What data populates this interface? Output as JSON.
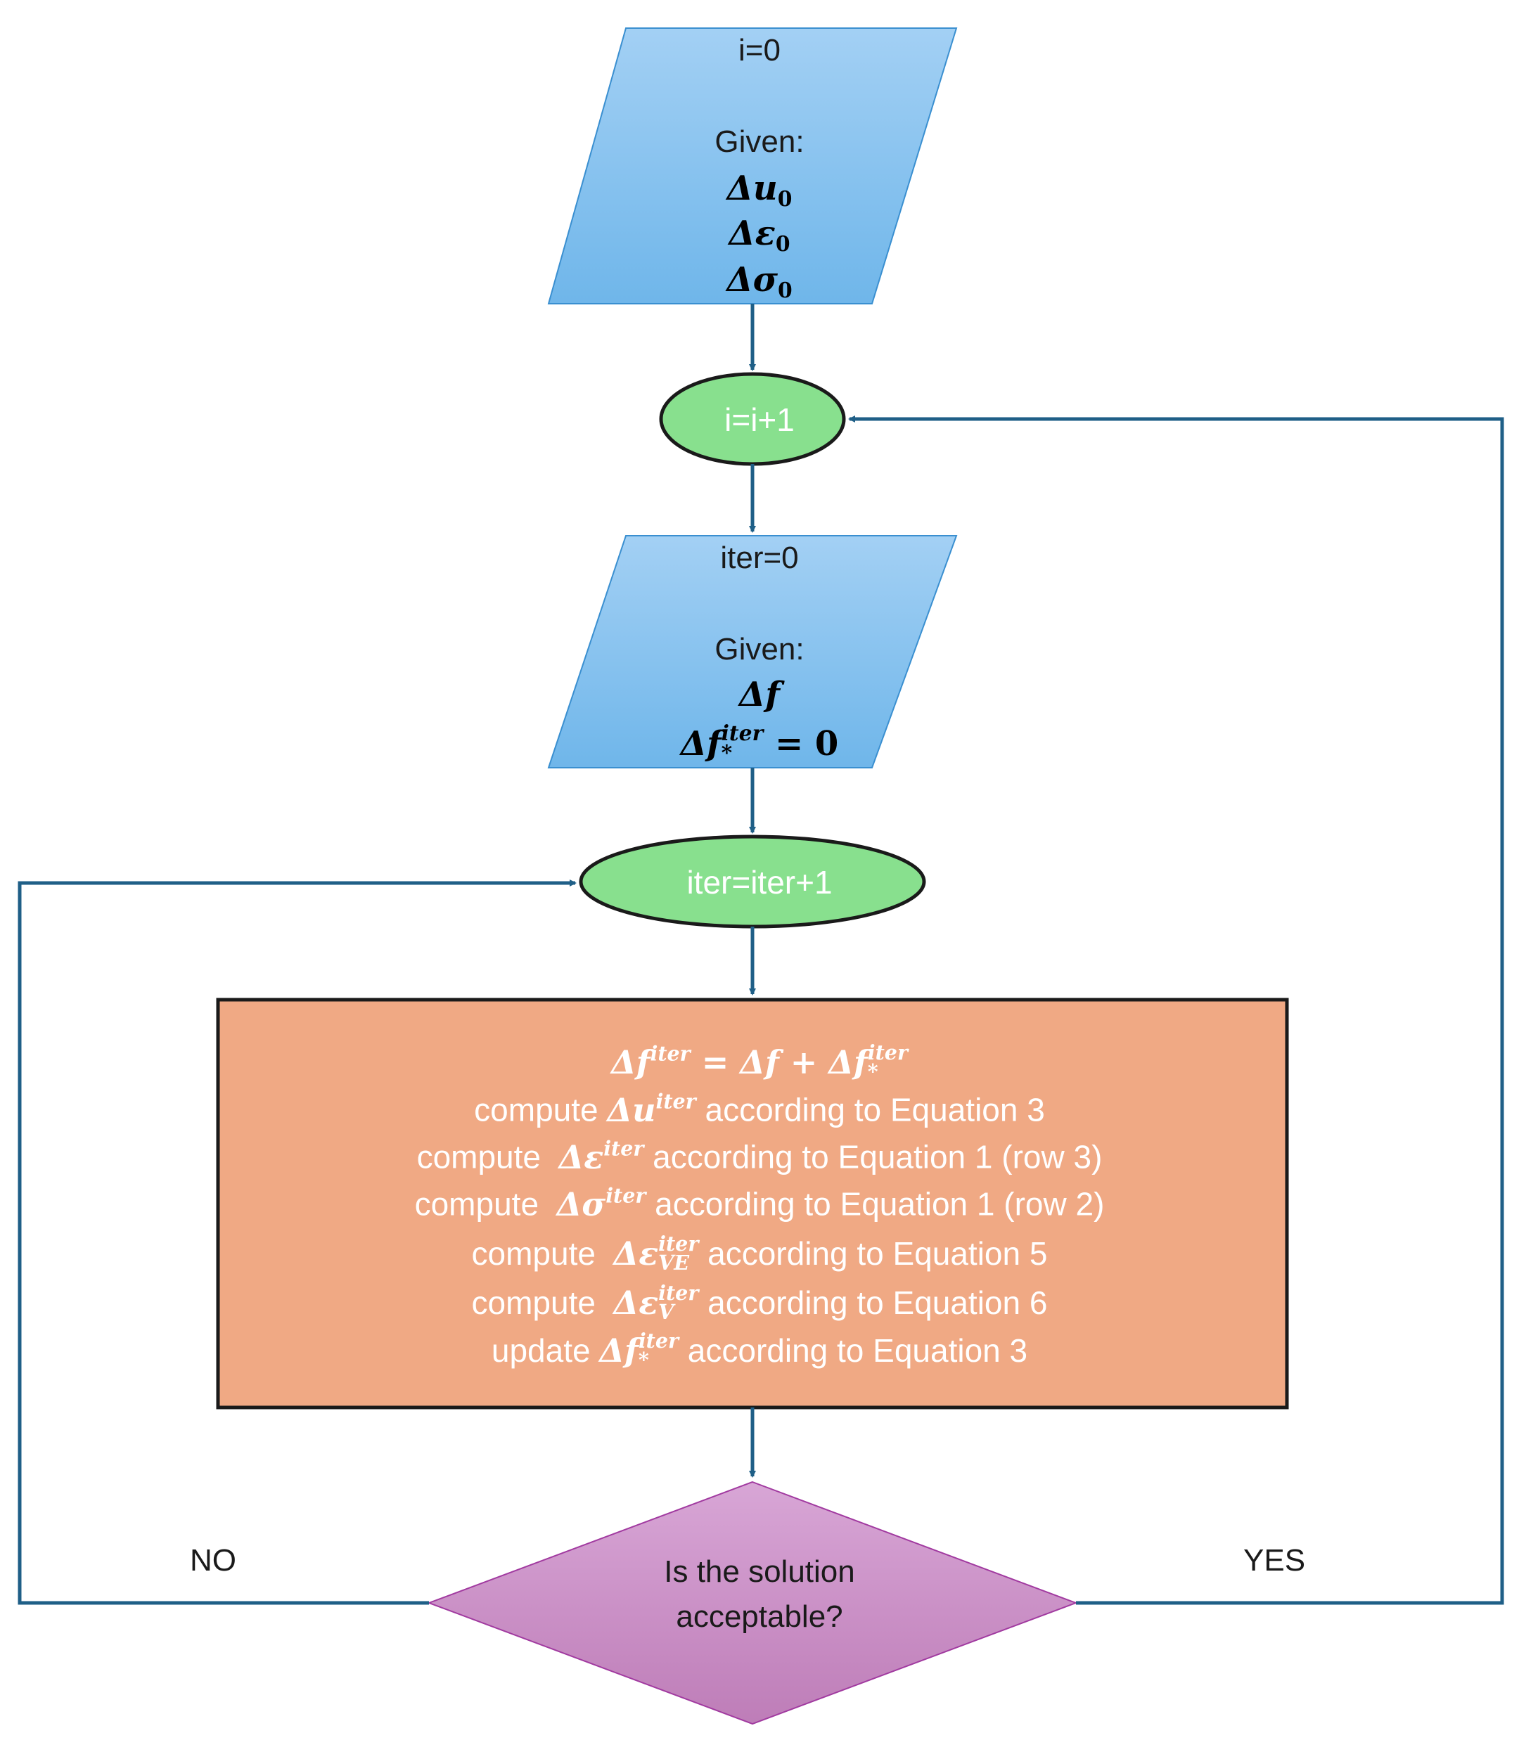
{
  "nodes": {
    "input1": {
      "top": "i=0",
      "given": "Given:",
      "vars": [
        "Δu",
        "Δε",
        "Δσ"
      ],
      "subscript": "0"
    },
    "loop_i": {
      "label": "i=i+1"
    },
    "input2": {
      "top": "iter=0",
      "given": "Given:",
      "f": "Δf",
      "fstar_lhs": "Δf",
      "fstar_sup": "iter",
      "fstar_sub": "*",
      "fstar_rhs": "= 0"
    },
    "loop_iter": {
      "label": "iter=iter+1"
    },
    "process": {
      "line1": {
        "lhs": "Δf",
        "sup": "iter",
        "mid": "= Δf + Δf",
        "sub": "*",
        "sup2": "iter"
      },
      "line2": {
        "pre": "compute ",
        "sym": "Δu",
        "sup": "iter",
        "post": " according to Equation 3"
      },
      "line3": {
        "pre": "compute  ",
        "sym": "Δε",
        "sup": "iter",
        "post": " according to Equation 1 (row 3)"
      },
      "line4": {
        "pre": "compute  ",
        "sym": "Δσ",
        "sup": "iter",
        "post": " according to Equation 1 (row 2)"
      },
      "line5": {
        "pre": "compute  ",
        "sym": "Δε",
        "sup": "iter",
        "sub": "VE",
        "post": " according to Equation 5"
      },
      "line6": {
        "pre": "compute  ",
        "sym": "Δε",
        "sup": "iter",
        "sub": "V",
        "post": " according to Equation 6"
      },
      "line7": {
        "pre": "update ",
        "sym": "Δf",
        "sup": "iter",
        "sub": "*",
        "post": " according to Equation 3"
      }
    },
    "decision": {
      "line1": "Is the solution",
      "line2": "acceptable?"
    }
  },
  "edges": {
    "no_label": "NO",
    "yes_label": "YES"
  },
  "colors": {
    "parallelogram_top": "#a3d0f4",
    "parallelogram_bottom": "#6fb6ea",
    "parallelogram_stroke": "#3a8fd0",
    "ellipse_fill": "#88e08e",
    "ellipse_stroke": "#1a1a1a",
    "process_fill": "#f0a984",
    "process_stroke": "#1a1a1a",
    "diamond_top": "#d8a6d6",
    "diamond_bottom": "#be7db8",
    "diamond_stroke": "#a13aa0",
    "connector": "#1f5f87"
  }
}
